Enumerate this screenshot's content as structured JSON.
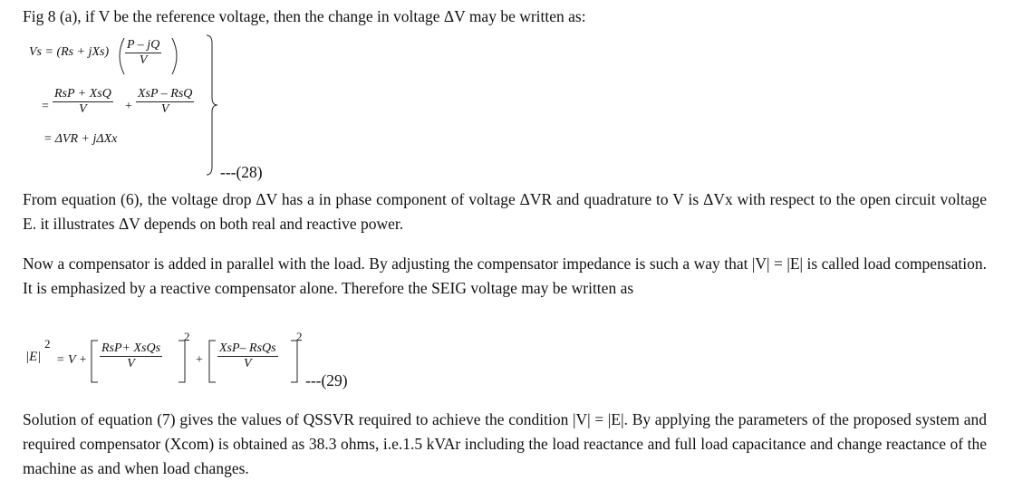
{
  "intro_line": "Fig 8 (a), if V be the reference voltage, then the change in voltage ΔV may be written as:",
  "eq28": {
    "lhs": "Vs = (Rs + jXs)",
    "frac1_num": "P – jQ",
    "frac1_den": "V",
    "line2_eq": "=",
    "frac2_num": "RsP + XsQ",
    "frac2_den": "V",
    "plus": "+",
    "frac3_num": "XsP – RsQ",
    "frac3_den": "V",
    "line3": "=  ΔVR + jΔXx",
    "number": "---(28)"
  },
  "para1": "From equation (6), the voltage drop ΔV has a in phase component of voltage ΔVR and quadrature to V is ΔVx with respect to the open circuit voltage E. it illustrates ΔV depends on both real and reactive power.",
  "para2": "Now a compensator is added in parallel with the load. By adjusting the compensator impedance is such a way that |V| = |E| is called load compensation. It is emphasized by a reactive compensator alone. Therefore the SEIG voltage may be written as",
  "eq29": {
    "lhs": "|E|",
    "lhs_exp": "2",
    "eq_v": "= V +",
    "frac1_num": "RsP+ XsQs",
    "frac1_den": "V",
    "exp1": "2",
    "plus": "+",
    "frac2_num": "XsP– RsQs",
    "frac2_den": "V",
    "exp2": "2",
    "number": "---(29)"
  },
  "para3": "Solution of equation (7) gives the values of QSSVR required to achieve the condition |V| = |E|. By applying the parameters of the proposed system and required compensator (Xcom) is obtained as 38.3 ohms, i.e.1.5 kVAr including the load reactance and full load capacitance and change reactance of the machine as and when load changes."
}
